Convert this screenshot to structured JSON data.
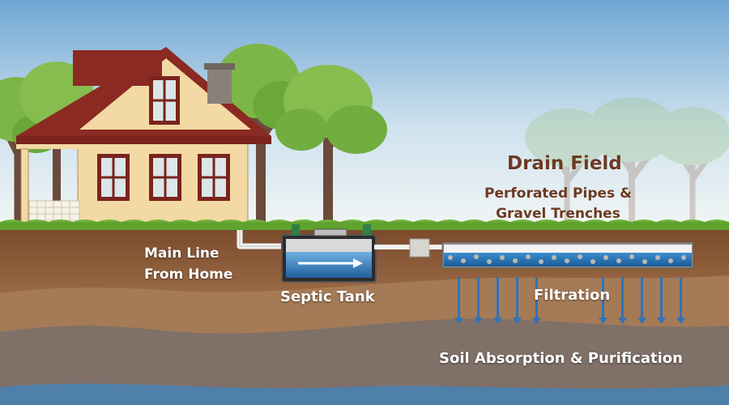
{
  "labels": {
    "drain_field_title": "Drain Field",
    "drain_field_line1": "Perforated Pipes &",
    "drain_field_line2": "Gravel Trenches",
    "main_line_1": "Main Line",
    "main_line_2": "From Home",
    "septic_tank": "Septic Tank",
    "filtration": "Filtration",
    "soil": "Soil Absorption & Purification"
  },
  "colors": {
    "sky_top": "#6fa6d3",
    "sky_bottom": "#f2f6f4",
    "grass": "#5fa32e",
    "topsoil": "#8a5a37",
    "subsoil": "#a57a56",
    "deep_soil": "#7d6f65",
    "water": "#2f7fc1",
    "house_wall": "#f3d9a4",
    "roof": "#8b2a22",
    "label_brown": "#6b3a22"
  },
  "icons": {
    "house": "house-icon",
    "septic_tank": "septic-tank-icon",
    "distribution_box": "distribution-box-icon",
    "flow_arrow": "flow-arrow-icon",
    "tree": "tree-icon"
  }
}
